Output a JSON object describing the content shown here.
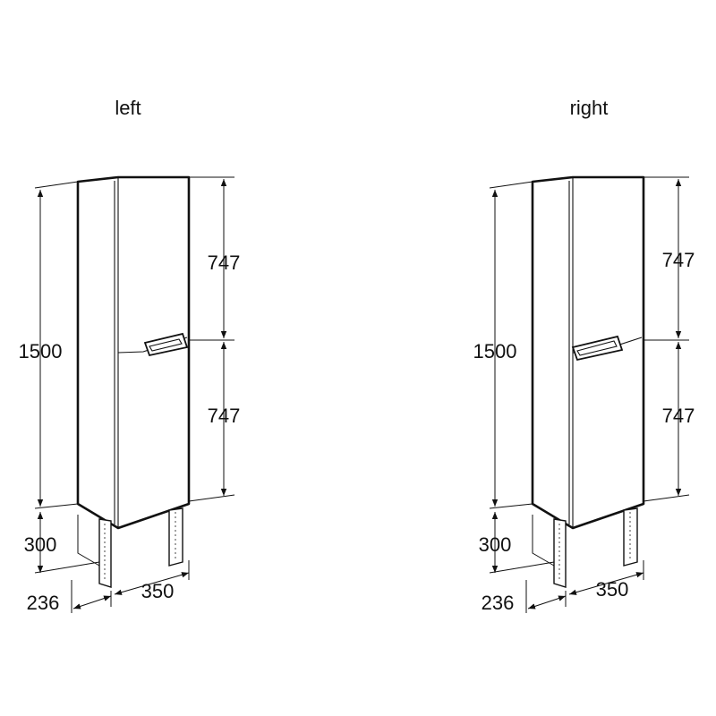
{
  "views": [
    {
      "title": "left",
      "dimensions": {
        "total_height": "1500",
        "upper_door": "747",
        "lower_door": "747",
        "leg_height": "300",
        "depth": "236",
        "width": "350"
      }
    },
    {
      "title": "right",
      "dimensions": {
        "total_height": "1500",
        "upper_door": "747",
        "lower_door": "747",
        "leg_height": "300",
        "depth": "236",
        "width": "350"
      }
    }
  ],
  "colors": {
    "line": "#111111",
    "background": "#ffffff"
  }
}
